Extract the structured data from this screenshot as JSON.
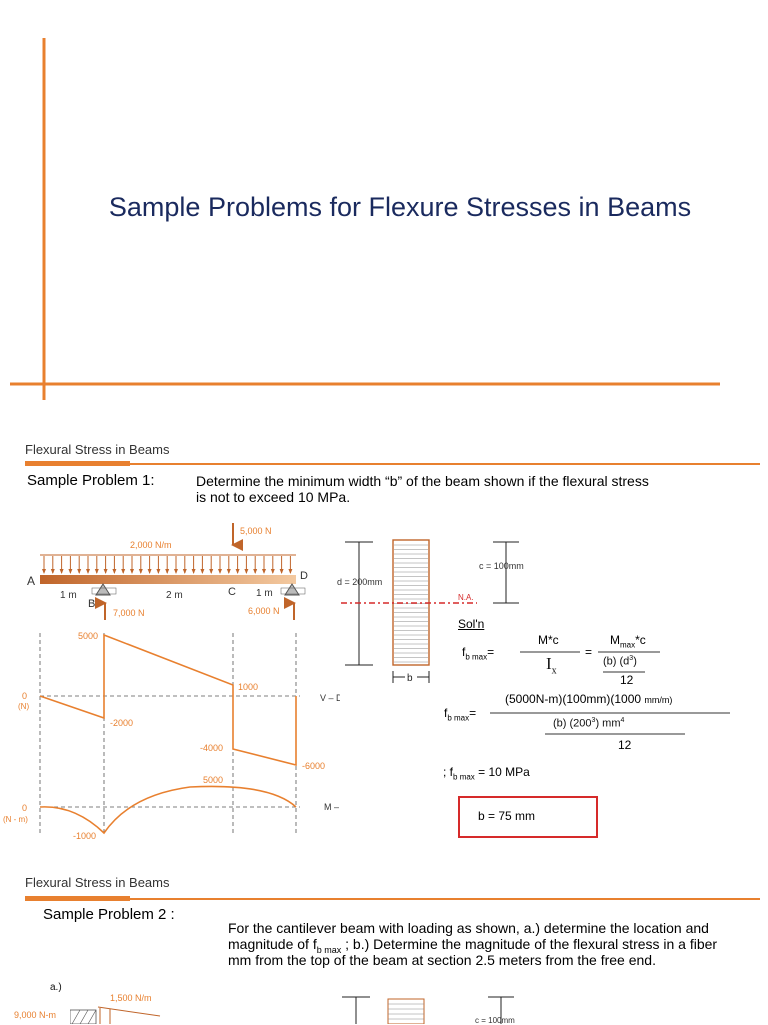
{
  "slide1": {
    "title": "Sample Problems for Flexure Stresses in Beams"
  },
  "slide2": {
    "header": "Flexural Stress in Beams",
    "problem_label": "Sample Problem 1:",
    "statement_line1": "Determine the minimum width “b” of the beam shown if the flexural stress",
    "statement_line2": "is not to exceed 10 MPa.",
    "beam": {
      "load_point": "5,000 N",
      "udl": "2,000 N/m",
      "point_A": "A",
      "point_B": "B",
      "point_C": "C",
      "point_D": "D",
      "span_1": "1 m",
      "span_2": "2 m",
      "span_3": "1 m",
      "reaction_B": "7,000 N",
      "reaction_D": "6,000 N"
    },
    "shear_diagram": {
      "label": "V – Diag.",
      "zero": "0",
      "unit": "(N)",
      "values": [
        "5000",
        "-2000",
        "1000",
        "-4000",
        "-6000"
      ]
    },
    "moment_diagram": {
      "label": "M – Diag.",
      "zero": "0",
      "unit": "(N - m)",
      "values": [
        "5000",
        "-1000"
      ]
    },
    "section": {
      "depth": "d = 200mm",
      "c": "c = 100mm",
      "na": "N.A.",
      "width": "b"
    },
    "solution": {
      "label": "Sol'n",
      "fb_max": "f",
      "fb_sub": "b max",
      "eq_sign": "=",
      "mc": "M*c",
      "ix": "I",
      "ix_sub": "x",
      "mmax": "M",
      "mmax_sub": "max",
      "mmax_suffix": "*c",
      "bd3": "(b) (d",
      "bd3_sup": "3",
      "bd3_close": ")",
      "twelve": "12",
      "numerator": "(5000N-m)(100mm)(1000",
      "numerator_unit": "mm/m)",
      "denominator": "(b) (200",
      "denominator_sup": "3",
      "denominator_close": ") mm",
      "denominator_sup2": "4",
      "condition_prefix": "; f",
      "condition_suffix": " = 10 MPa",
      "answer": "b = 75 mm"
    }
  },
  "slide3": {
    "header": "Flexural Stress in Beams",
    "problem_label": "Sample Problem 2 :",
    "statement_line1": "For the cantilever beam with loading as shown, a.) determine the location and",
    "statement_line2_a": "magnitude of f",
    "statement_line2_sub": "b max",
    "statement_line2_b": " ;  b.) Determine the magnitude of the flexural stress in a fiber",
    "statement_line3": "mm from the top of the beam at section 2.5 meters from the free end.",
    "part_a": "a.)",
    "moment": "9,000 N-m",
    "udl": "1,500 N/m",
    "c": "c = 100mm"
  },
  "colors": {
    "accent": "#e8802f",
    "title": "#1a2a5e",
    "na": "#d62a2a"
  }
}
